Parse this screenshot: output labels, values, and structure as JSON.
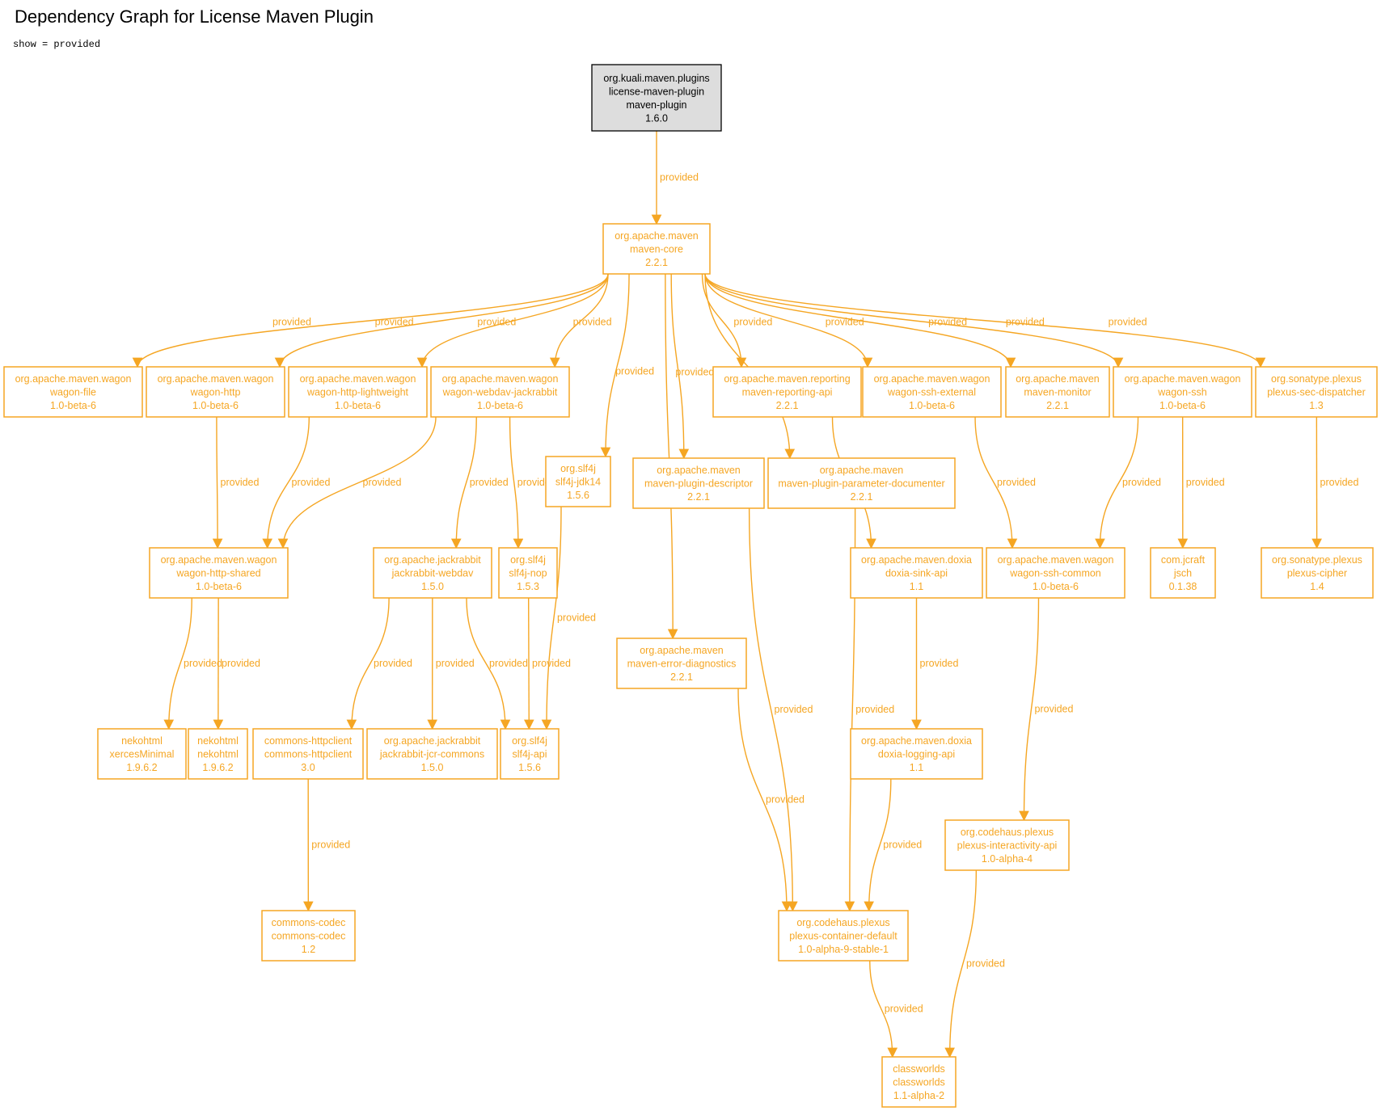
{
  "title": "Dependency Graph for License Maven Plugin",
  "subtitle": "show = provided",
  "colors": {
    "accent": "#f5a623",
    "root_fill": "#dddddd",
    "root_stroke": "#000000",
    "root_text": "#000000"
  },
  "nodes": [
    {
      "id": "root",
      "root": true,
      "lines": [
        "org.kuali.maven.plugins",
        "license-maven-plugin",
        "maven-plugin",
        "1.6.0"
      ]
    },
    {
      "id": "core",
      "lines": [
        "org.apache.maven",
        "maven-core",
        "2.2.1"
      ]
    },
    {
      "id": "wfile",
      "lines": [
        "org.apache.maven.wagon",
        "wagon-file",
        "1.0-beta-6"
      ]
    },
    {
      "id": "whttp",
      "lines": [
        "org.apache.maven.wagon",
        "wagon-http",
        "1.0-beta-6"
      ]
    },
    {
      "id": "whttplw",
      "lines": [
        "org.apache.maven.wagon",
        "wagon-http-lightweight",
        "1.0-beta-6"
      ]
    },
    {
      "id": "wwebdav",
      "lines": [
        "org.apache.maven.wagon",
        "wagon-webdav-jackrabbit",
        "1.0-beta-6"
      ]
    },
    {
      "id": "jdk14",
      "lines": [
        "org.slf4j",
        "slf4j-jdk14",
        "1.5.6"
      ]
    },
    {
      "id": "plugdesc",
      "lines": [
        "org.apache.maven",
        "maven-plugin-descriptor",
        "2.2.1"
      ]
    },
    {
      "id": "plugparam",
      "lines": [
        "org.apache.maven",
        "maven-plugin-parameter-documenter",
        "2.2.1"
      ]
    },
    {
      "id": "reporting",
      "lines": [
        "org.apache.maven.reporting",
        "maven-reporting-api",
        "2.2.1"
      ]
    },
    {
      "id": "wsshext",
      "lines": [
        "org.apache.maven.wagon",
        "wagon-ssh-external",
        "1.0-beta-6"
      ]
    },
    {
      "id": "monitor",
      "lines": [
        "org.apache.maven",
        "maven-monitor",
        "2.2.1"
      ]
    },
    {
      "id": "wssh",
      "lines": [
        "org.apache.maven.wagon",
        "wagon-ssh",
        "1.0-beta-6"
      ]
    },
    {
      "id": "secdisp",
      "lines": [
        "org.sonatype.plexus",
        "plexus-sec-dispatcher",
        "1.3"
      ]
    },
    {
      "id": "whttpshared",
      "lines": [
        "org.apache.maven.wagon",
        "wagon-http-shared",
        "1.0-beta-6"
      ]
    },
    {
      "id": "jrwebdav",
      "lines": [
        "org.apache.jackrabbit",
        "jackrabbit-webdav",
        "1.5.0"
      ]
    },
    {
      "id": "slfnop",
      "lines": [
        "org.slf4j",
        "slf4j-nop",
        "1.5.3"
      ]
    },
    {
      "id": "errdiag",
      "lines": [
        "org.apache.maven",
        "maven-error-diagnostics",
        "2.2.1"
      ]
    },
    {
      "id": "sinkapi",
      "lines": [
        "org.apache.maven.doxia",
        "doxia-sink-api",
        "1.1"
      ]
    },
    {
      "id": "sshcommon",
      "lines": [
        "org.apache.maven.wagon",
        "wagon-ssh-common",
        "1.0-beta-6"
      ]
    },
    {
      "id": "jsch",
      "lines": [
        "com.jcraft",
        "jsch",
        "0.1.38"
      ]
    },
    {
      "id": "cipher",
      "lines": [
        "org.sonatype.plexus",
        "plexus-cipher",
        "1.4"
      ]
    },
    {
      "id": "xerces",
      "lines": [
        "nekohtml",
        "xercesMinimal",
        "1.9.6.2"
      ]
    },
    {
      "id": "nekohtml",
      "lines": [
        "nekohtml",
        "nekohtml",
        "1.9.6.2"
      ]
    },
    {
      "id": "httpclient",
      "lines": [
        "commons-httpclient",
        "commons-httpclient",
        "3.0"
      ]
    },
    {
      "id": "jcrcommons",
      "lines": [
        "org.apache.jackrabbit",
        "jackrabbit-jcr-commons",
        "1.5.0"
      ]
    },
    {
      "id": "slfapi",
      "lines": [
        "org.slf4j",
        "slf4j-api",
        "1.5.6"
      ]
    },
    {
      "id": "logapi",
      "lines": [
        "org.apache.maven.doxia",
        "doxia-logging-api",
        "1.1"
      ]
    },
    {
      "id": "interact",
      "lines": [
        "org.codehaus.plexus",
        "plexus-interactivity-api",
        "1.0-alpha-4"
      ]
    },
    {
      "id": "codec",
      "lines": [
        "commons-codec",
        "commons-codec",
        "1.2"
      ]
    },
    {
      "id": "container",
      "lines": [
        "org.codehaus.plexus",
        "plexus-container-default",
        "1.0-alpha-9-stable-1"
      ]
    },
    {
      "id": "classworlds",
      "lines": [
        "classworlds",
        "classworlds",
        "1.1-alpha-2"
      ]
    }
  ],
  "edges": [
    {
      "from": "root",
      "to": "core",
      "label": "provided"
    },
    {
      "from": "core",
      "to": "wfile",
      "label": "provided"
    },
    {
      "from": "core",
      "to": "whttp",
      "label": "provided"
    },
    {
      "from": "core",
      "to": "whttplw",
      "label": "provided"
    },
    {
      "from": "core",
      "to": "wwebdav",
      "label": "provided"
    },
    {
      "from": "core",
      "to": "jdk14",
      "label": "provided"
    },
    {
      "from": "core",
      "to": "errdiag",
      "label": "provided"
    },
    {
      "from": "core",
      "to": "plugdesc",
      "label": "provided"
    },
    {
      "from": "core",
      "to": "plugparam",
      "label": "provided"
    },
    {
      "from": "core",
      "to": "reporting",
      "label": "provided"
    },
    {
      "from": "core",
      "to": "wsshext",
      "label": "provided"
    },
    {
      "from": "core",
      "to": "monitor",
      "label": "provided"
    },
    {
      "from": "core",
      "to": "wssh",
      "label": "provided"
    },
    {
      "from": "core",
      "to": "secdisp",
      "label": "provided"
    },
    {
      "from": "whttp",
      "to": "whttpshared",
      "label": "provided"
    },
    {
      "from": "whttplw",
      "to": "whttpshared",
      "label": "provided"
    },
    {
      "from": "wwebdav",
      "to": "whttpshared",
      "label": "provided"
    },
    {
      "from": "wwebdav",
      "to": "jrwebdav",
      "label": "provided"
    },
    {
      "from": "wwebdav",
      "to": "slfnop",
      "label": "provided"
    },
    {
      "from": "jdk14",
      "to": "slfapi",
      "label": "provided"
    },
    {
      "from": "reporting",
      "to": "sinkapi",
      "label": "provided"
    },
    {
      "from": "wsshext",
      "to": "sshcommon",
      "label": "provided"
    },
    {
      "from": "wssh",
      "to": "sshcommon",
      "label": "provided"
    },
    {
      "from": "wssh",
      "to": "jsch",
      "label": "provided"
    },
    {
      "from": "secdisp",
      "to": "cipher",
      "label": "provided"
    },
    {
      "from": "whttpshared",
      "to": "xerces",
      "label": "provided"
    },
    {
      "from": "whttpshared",
      "to": "nekohtml",
      "label": "provided"
    },
    {
      "from": "jrwebdav",
      "to": "httpclient",
      "label": "provided"
    },
    {
      "from": "jrwebdav",
      "to": "jcrcommons",
      "label": "provided"
    },
    {
      "from": "jrwebdav",
      "to": "slfapi",
      "label": "provided"
    },
    {
      "from": "slfnop",
      "to": "slfapi",
      "label": "provided"
    },
    {
      "from": "plugdesc",
      "to": "container",
      "label": "provided"
    },
    {
      "from": "plugparam",
      "to": "container",
      "label": "provided"
    },
    {
      "from": "errdiag",
      "to": "container",
      "label": "provided"
    },
    {
      "from": "sinkapi",
      "to": "logapi",
      "label": "provided"
    },
    {
      "from": "logapi",
      "to": "container",
      "label": "provided"
    },
    {
      "from": "sshcommon",
      "to": "interact",
      "label": "provided"
    },
    {
      "from": "httpclient",
      "to": "codec",
      "label": "provided"
    },
    {
      "from": "container",
      "to": "classworlds",
      "label": "provided"
    },
    {
      "from": "interact",
      "to": "classworlds",
      "label": "provided"
    }
  ]
}
